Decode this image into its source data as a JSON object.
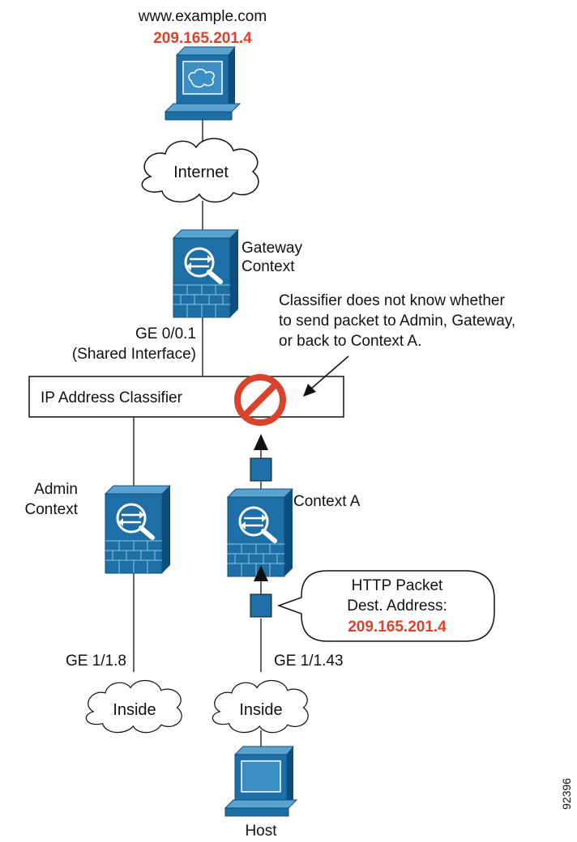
{
  "server": {
    "hostname": "www.example.com",
    "ip": "209.165.201.4",
    "icon": "server-monitor-icon"
  },
  "clouds": {
    "internet": "Internet",
    "inside_admin": "Inside",
    "inside_a": "Inside"
  },
  "gateway": {
    "label_line1": "Gateway",
    "label_line2": "Context",
    "icon": "firewall-icon"
  },
  "shared_interface": {
    "line1": "GE 0/0.1",
    "line2": "(Shared Interface)"
  },
  "classifier": {
    "label": "IP Address Classifier",
    "blocked_icon": "prohibited-icon"
  },
  "callout_classifier": {
    "line1": "Classifier does not know whether",
    "line2": "to send packet to Admin, Gateway,",
    "line3": "or back to Context A."
  },
  "admin": {
    "label_line1": "Admin",
    "label_line2": "Context",
    "interface": "GE 1/1.8",
    "icon": "firewall-icon"
  },
  "context_a": {
    "label": "Context A",
    "interface": "GE 1/1.43",
    "icon": "firewall-icon"
  },
  "packet_callout": {
    "line1": "HTTP Packet",
    "line2": "Dest. Address:",
    "line3": "209.165.201.4"
  },
  "host": {
    "label": "Host",
    "icon": "host-computer-icon"
  },
  "figure_id": "92396",
  "colors": {
    "device_blue": "#1d6fa6",
    "device_dark": "#0e4e7e",
    "accent_red": "#d9432b"
  }
}
